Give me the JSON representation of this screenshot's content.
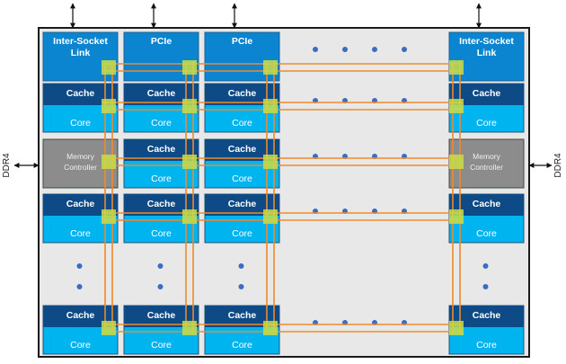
{
  "labels": {
    "inter_socket": [
      "Inter-Socket",
      "Link"
    ],
    "pcie": "PCIe",
    "cache": "Cache",
    "core": "Core",
    "memory_controller": [
      "Memory",
      "Controller"
    ],
    "ddr4_left": "DDR4",
    "ddr4_right": "DDR4"
  },
  "colors": {
    "outer_fill": "#e8e8e8",
    "outer_border": "#1a1a1a",
    "io_block": "#0c85d0",
    "io_block_top": "#1a8fd6",
    "cache": "#0d4a86",
    "core": "#00b4ef",
    "memory_controller": "#8c8c8c",
    "mesh_line": "#f08a2a",
    "mesh_stop": "#c8dc4a",
    "dot": "#3a6cc0",
    "arrow": "#111111"
  },
  "grid": {
    "columns": [
      "c1",
      "c2",
      "c3",
      "gap",
      "c5"
    ],
    "rows": [
      {
        "type": "top",
        "cells": [
          "inter_socket",
          "pcie",
          "pcie",
          "dots",
          "inter_socket"
        ]
      },
      {
        "type": "tile",
        "cells": [
          "tile",
          "tile",
          "tile",
          "dots",
          "tile"
        ]
      },
      {
        "type": "tile",
        "cells": [
          "memory_controller",
          "tile",
          "tile",
          "dots",
          "memory_controller"
        ]
      },
      {
        "type": "tile",
        "cells": [
          "tile",
          "tile",
          "tile",
          "dots",
          "tile"
        ]
      },
      {
        "type": "ellipsis",
        "cells": [
          "vdots",
          "vdots",
          "vdots",
          "",
          "vdots"
        ]
      },
      {
        "type": "tile",
        "cells": [
          "tile",
          "tile",
          "tile",
          "dots",
          "tile"
        ]
      }
    ]
  }
}
